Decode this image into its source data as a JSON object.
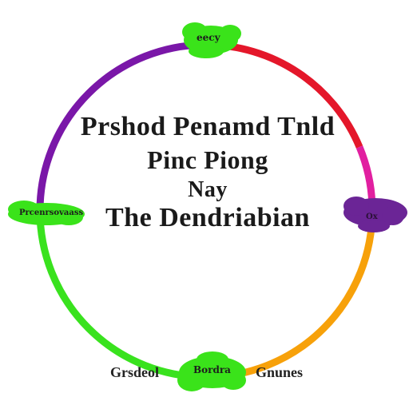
{
  "diagram": {
    "center_lines": [
      "Prshod Penamd Tnld",
      "Pinc Piong",
      "Nay",
      "The  Dendriabian"
    ],
    "nodes": {
      "top": "eecy",
      "left": "Prcenrsovaass",
      "right": "Ox",
      "bottom": "Bordra"
    },
    "captions": {
      "bottom_left": "Grsdeol",
      "bottom_right": "Gnunes"
    },
    "colors": {
      "purple": "#7a17a8",
      "red": "#e4172a",
      "magenta": "#e11fa0",
      "orange": "#f7a10a",
      "yellow": "#f2c51a",
      "green": "#39e21e",
      "node_green": "#3ae31a",
      "node_purple": "#6b2596"
    }
  }
}
